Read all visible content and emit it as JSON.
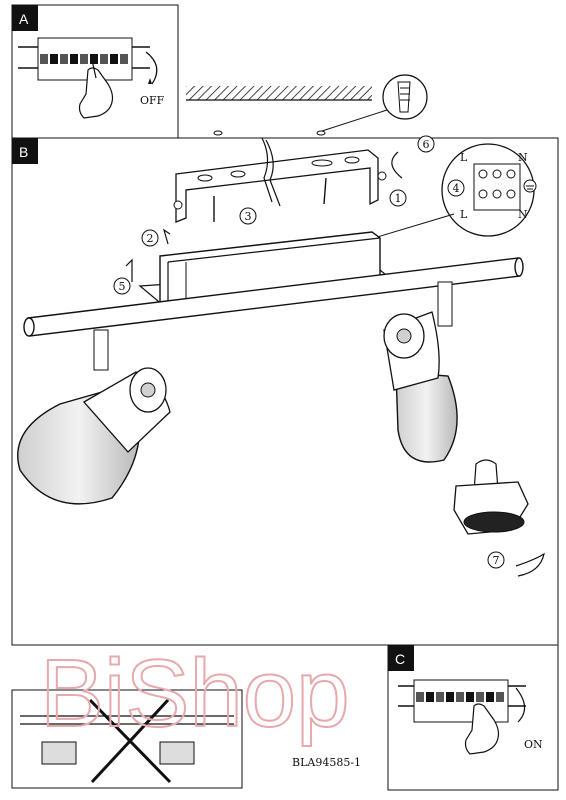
{
  "panels": {
    "a": {
      "letter": "A",
      "switch_label": "OFF"
    },
    "b": {
      "letter": "B"
    },
    "c": {
      "letter": "C",
      "switch_label": "ON"
    }
  },
  "steps": [
    "1",
    "2",
    "3",
    "4",
    "5",
    "6",
    "7"
  ],
  "terminal_labels": {
    "live_top": "L",
    "neutral_top": "N",
    "live_bottom": "L",
    "neutral_bottom": "N"
  },
  "watermark": "BiShop",
  "doc_code": "BLA94585-1",
  "colors": {
    "ink": "#111111",
    "watermark": "#e7a9ac"
  }
}
